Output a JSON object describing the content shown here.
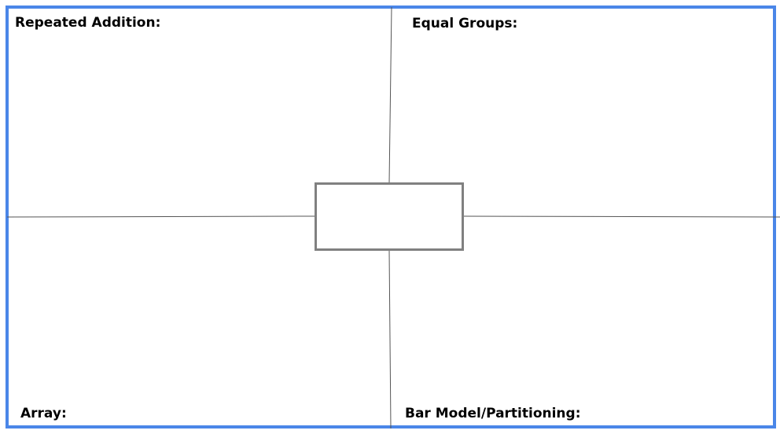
{
  "quadrants": {
    "top_left": "Repeated Addition:",
    "top_right": "Equal Groups:",
    "bottom_left": "Array:",
    "bottom_right": "Bar Model/Partitioning:"
  },
  "center_box": "",
  "colors": {
    "frame": "#4a86e8",
    "lines": "#555555",
    "center_box_border": "#808080"
  }
}
